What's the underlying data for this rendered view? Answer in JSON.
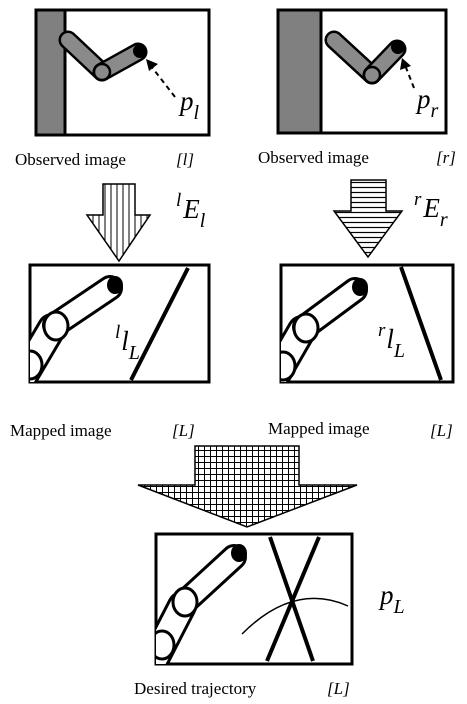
{
  "left": {
    "caption": "Observed image",
    "frame": "[l]",
    "point": {
      "base": "p",
      "sub": "l"
    },
    "transform": {
      "sup": "l",
      "base": "E",
      "sub": "l"
    },
    "mapped_caption": "Mapped image",
    "mapped_frame": "[L]",
    "line_label": {
      "sup": "l",
      "base": "l",
      "sub": "L"
    }
  },
  "right": {
    "caption": "Observed image",
    "frame": "[r]",
    "point": {
      "base": "p",
      "sub": "r"
    },
    "transform": {
      "sup": "r",
      "base": "E",
      "sub": "r"
    },
    "mapped_caption": "Mapped image",
    "mapped_frame": "[L]",
    "line_label": {
      "sup": "r",
      "base": "l",
      "sub": "L"
    }
  },
  "bottom": {
    "caption": "Desired trajectory",
    "frame": "[L]",
    "point": {
      "base": "p",
      "sub": "L"
    }
  }
}
